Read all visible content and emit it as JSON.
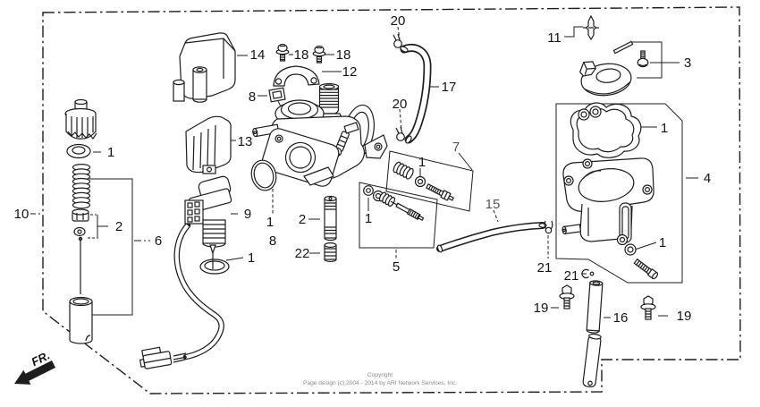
{
  "meta": {
    "kind": "exploded-parts-diagram",
    "orientation_marker": "FR."
  },
  "colors": {
    "background": "#ffffff",
    "line": "#1d1d1d",
    "callout_text": "#141414",
    "callout_muted": "#555555",
    "footer_text": "#8a8a8a"
  },
  "fr": {
    "label": "FR."
  },
  "footer": {
    "line1": "Copyright",
    "line2": "Page design (c) 2004 - 2014 by ARI Network Services, Inc."
  },
  "callouts": [
    {
      "text": "20"
    },
    {
      "text": "11"
    },
    {
      "text": "3"
    },
    {
      "text": "14"
    },
    {
      "text": "18"
    },
    {
      "text": "18"
    },
    {
      "text": "12"
    },
    {
      "text": "17"
    },
    {
      "text": "8"
    },
    {
      "text": "13"
    },
    {
      "text": "20"
    },
    {
      "text": "7"
    },
    {
      "text": "1"
    },
    {
      "text": "1"
    },
    {
      "text": "15"
    },
    {
      "text": "10"
    },
    {
      "text": "2"
    },
    {
      "text": "9"
    },
    {
      "text": "1"
    },
    {
      "text": "1"
    },
    {
      "text": "8"
    },
    {
      "text": "2"
    },
    {
      "text": "1"
    },
    {
      "text": "22"
    },
    {
      "text": "6"
    },
    {
      "text": "5"
    },
    {
      "text": "1"
    },
    {
      "text": "4"
    },
    {
      "text": "21"
    },
    {
      "text": "21"
    },
    {
      "text": "1"
    },
    {
      "text": "19"
    },
    {
      "text": "16"
    },
    {
      "text": "19"
    }
  ]
}
